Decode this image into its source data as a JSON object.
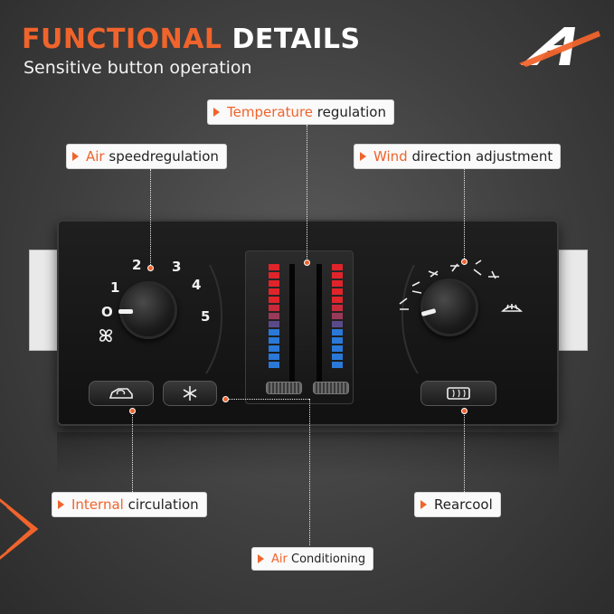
{
  "header": {
    "title_accent": "FUNCTIONAL",
    "title_rest": " DETAILS",
    "subtitle": "Sensitive button operation"
  },
  "colors": {
    "accent": "#f0642c",
    "background": "#3f3f3f",
    "callout_bg": "#fafafa",
    "heat_red": "#e0242a",
    "cool_blue": "#2a78d8"
  },
  "logo": {
    "icon": "a-premium-logo-icon"
  },
  "callouts": {
    "temperature": {
      "accent": "Temperature",
      "rest": " regulation"
    },
    "air_speed": {
      "accent": "Air",
      "rest": " speedregulation"
    },
    "wind": {
      "accent": "Wind",
      "rest": " direction adjustment"
    },
    "internal": {
      "accent": "Internal",
      "rest": " circulation"
    },
    "rearcool": {
      "accent": "",
      "rest": "Rearcool"
    },
    "ac": {
      "accent": "Air",
      "rest": " Conditioning"
    }
  },
  "fan_knob": {
    "labels": [
      "O",
      "1",
      "2",
      "3",
      "4",
      "5"
    ],
    "icon": "fan-icon"
  },
  "mode_knob": {
    "icons": [
      "floor-vent-icon",
      "bi-level-vent-icon",
      "panel-vent-icon",
      "floor-defrost-icon",
      "defrost-icon",
      "windshield-defrost-icon"
    ]
  },
  "buttons": {
    "recirc": {
      "icon": "recirculation-car-icon"
    },
    "ac": {
      "icon": "snowflake-icon"
    },
    "rear_defrost": {
      "icon": "rear-defrost-icon"
    }
  },
  "sliders": {
    "scale_icons": [
      "heat-scale",
      "cool-scale"
    ]
  }
}
